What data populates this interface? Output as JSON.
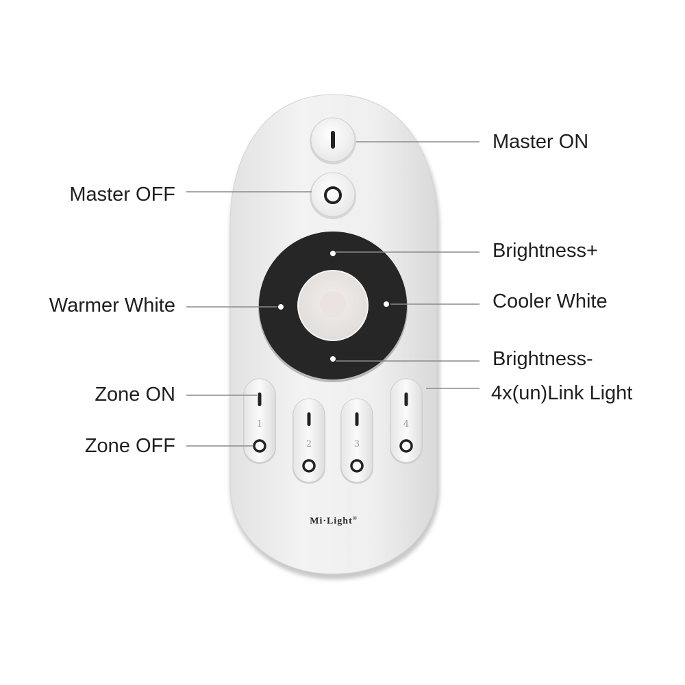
{
  "colors": {
    "body": "#eeeeee",
    "ring": "#262626",
    "callout_line": "#8a8a8a",
    "text": "#1f1f1f"
  },
  "brand": {
    "name": "Mi·Light",
    "mark": "®"
  },
  "labels": {
    "master_on": "Master ON",
    "master_off": "Master OFF",
    "brightness_plus": "Brightness+",
    "warmer_white": "Warmer White",
    "cooler_white": "Cooler White",
    "brightness_minus": "Brightness-",
    "zone_on": "Zone ON",
    "link_light": "4x(un)Link Light",
    "zone_off": "Zone OFF"
  },
  "zones": [
    {
      "number": "1"
    },
    {
      "number": "2"
    },
    {
      "number": "3"
    },
    {
      "number": "4"
    }
  ]
}
